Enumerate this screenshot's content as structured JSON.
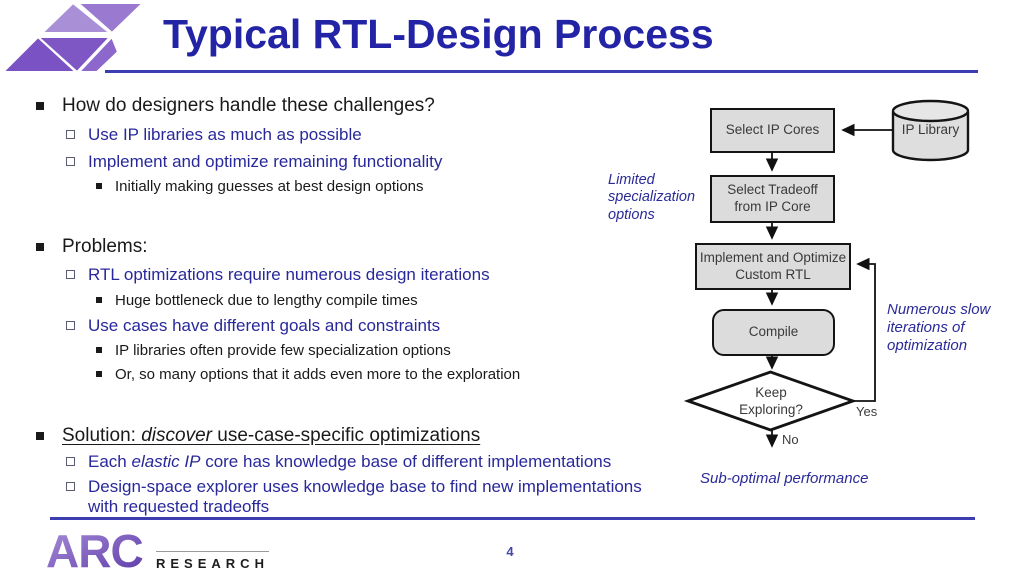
{
  "slide": {
    "title": "Typical RTL-Design Process",
    "page_number": "4"
  },
  "colors": {
    "title_blue": "#2323a6",
    "rule_blue": "#3d3db2",
    "bullet_blue": "#28289b",
    "annotation_blue": "#2a2a99",
    "logo_purple": "#7b57c6",
    "flow_box_fill": "#dcdcdc",
    "flow_box_border": "#141414"
  },
  "bullets": {
    "s1": {
      "h": "How do designers handle these challenges?",
      "sub1": "Use IP libraries as much as possible",
      "sub2": "Implement and optimize remaining functionality",
      "sub2a": "Initially making guesses at best design options"
    },
    "s2": {
      "h": "Problems:",
      "sub1": "RTL optimizations require numerous design iterations",
      "sub1a": "Huge bottleneck due to lengthy compile times",
      "sub2": "Use cases have different goals and constraints",
      "sub2a": "IP libraries often provide few specialization options",
      "sub2b": "Or, so many options that it adds even more to the exploration"
    },
    "s3": {
      "h_seg1": "Solution: ",
      "h_seg2": "discover",
      "h_seg3": " use-case-specific optimizations",
      "sub1_seg1": "Each ",
      "sub1_seg2": "elastic IP",
      "sub1_seg3": " core has knowledge base of different implementations",
      "sub2": "Design-space explorer uses knowledge base to find new implementations with requested tradeoffs"
    }
  },
  "flowchart": {
    "select_ip_cores": "Select IP Cores",
    "ip_library": "IP Library",
    "select_tradeoff": "Select Tradeoff from IP Core",
    "implement_optimize": "Implement and Optimize Custom RTL",
    "compile": "Compile",
    "keep_exploring": "Keep Exploring?",
    "yes": "Yes",
    "no": "No"
  },
  "annotations": {
    "limited": "Limited specialization options",
    "numerous": "Numerous slow iterations of optimization",
    "suboptimal": "Sub-optimal performance"
  },
  "footer": {
    "logo_main": "ARC",
    "logo_sub": "RESEARCH"
  }
}
